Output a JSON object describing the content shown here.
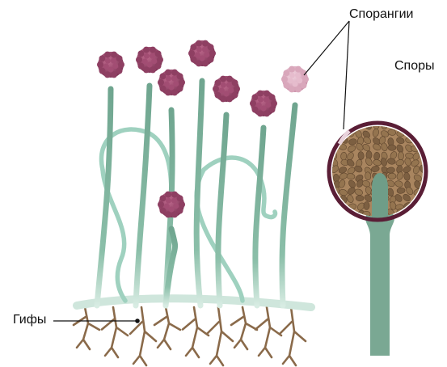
{
  "labels": {
    "sporangia": "Спорангии",
    "spores": "Споры",
    "hyphae": "Гифы"
  },
  "colors": {
    "stalk": "#6fa58f",
    "stalk_light": "#9fd1bf",
    "sporangium": "#9c4a6d",
    "sporangium_dark": "#7a3253",
    "sporangium_light": "#d9a7bb",
    "root": "#8a6a4a",
    "spore": "#8b6f4e",
    "wall": "#5a1e36",
    "leader": "#111111"
  }
}
